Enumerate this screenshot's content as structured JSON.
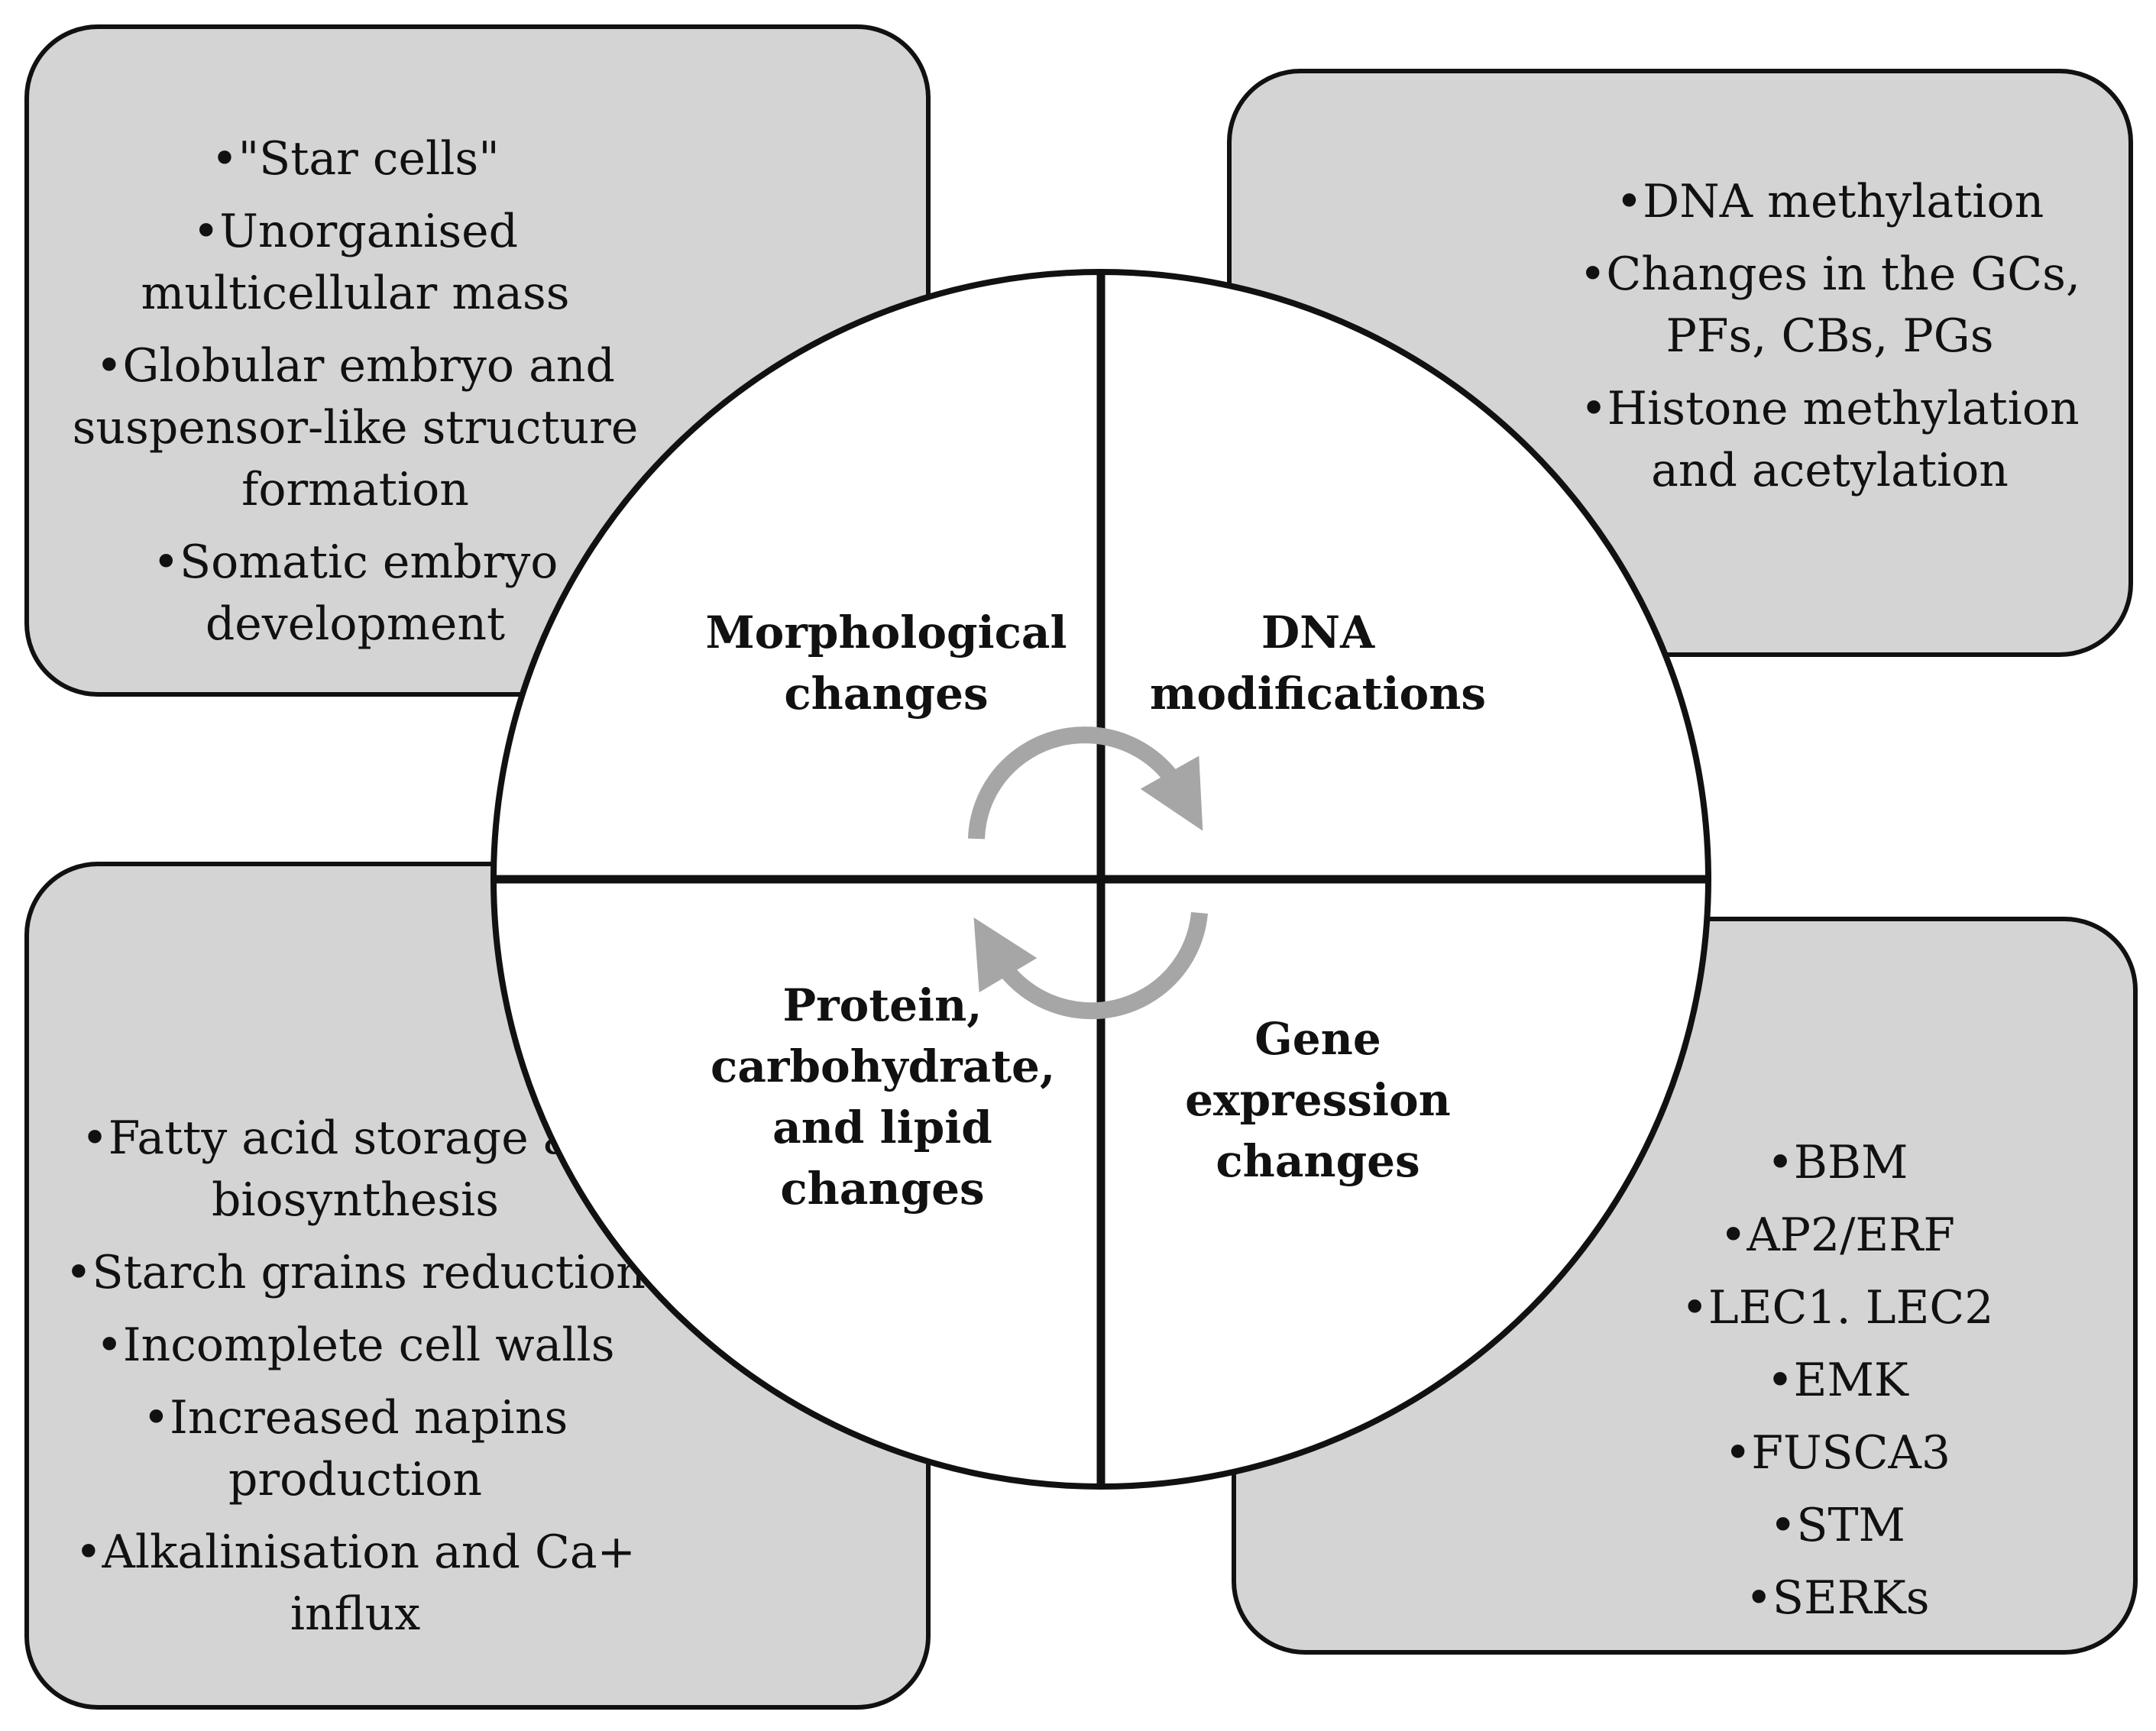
{
  "morphological": {
    "label": "Morphological changes",
    "items": [
      "\"Star cells\"",
      "Unorganised multicellular mass",
      "Globular embryo and suspensor-like structure formation",
      "Somatic embryo development"
    ]
  },
  "dna": {
    "label": "DNA modifications",
    "items": [
      "DNA methylation",
      "Changes in the GCs, PFs, CBs, PGs",
      "Histone methylation and acetylation"
    ]
  },
  "protein": {
    "label": "Protein, carbohydrate, and lipid changes",
    "items": [
      "Fatty acid storage and biosynthesis",
      "Starch grains reduction",
      "Incomplete cell walls",
      "Increased napins production",
      "Alkalinisation and Ca+ influx"
    ]
  },
  "gene": {
    "label": "Gene expression changes",
    "items": [
      "BBM",
      "AP2/ERF",
      "LEC1. LEC2",
      "EMK",
      "FUSCA3",
      "STM",
      "SERKs"
    ]
  },
  "colors": {
    "box_fill": "#d4d4d4",
    "outline": "#111111",
    "circle_fill": "#ffffff",
    "arrow": "#a6a6a6"
  }
}
